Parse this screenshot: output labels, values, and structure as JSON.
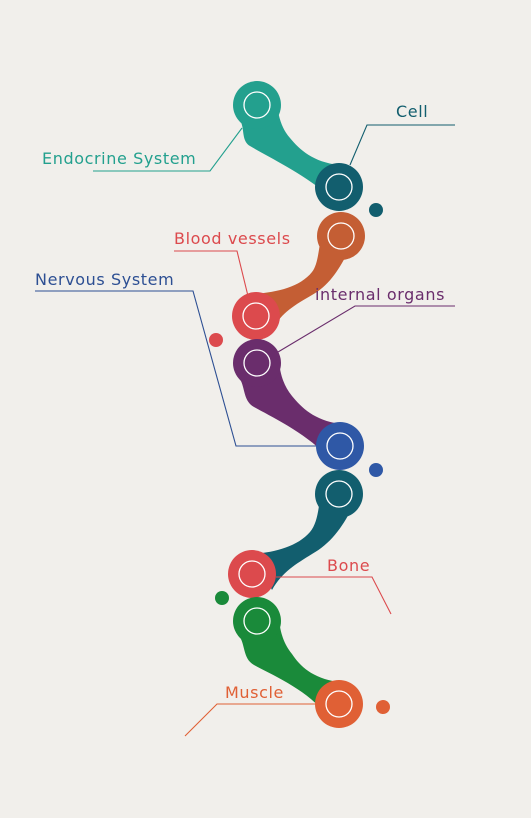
{
  "labels": {
    "endocrine": "Endocrine System",
    "cell": "Cell",
    "blood": "Blood vessels",
    "nervous": "Nervous System",
    "organs": "internal organs",
    "bone": "Bone",
    "muscle": "Muscle"
  },
  "colors": {
    "background": "#f1efeb",
    "teal": "#23a08e",
    "dark_teal": "#125e6e",
    "copper": "#c45e34",
    "red": "#dc4a4d",
    "purple": "#6a2d6c",
    "blue": "#2f58a6",
    "green": "#1a8a3a",
    "orange": "#e06035",
    "label_blue": "#2d4f93"
  }
}
